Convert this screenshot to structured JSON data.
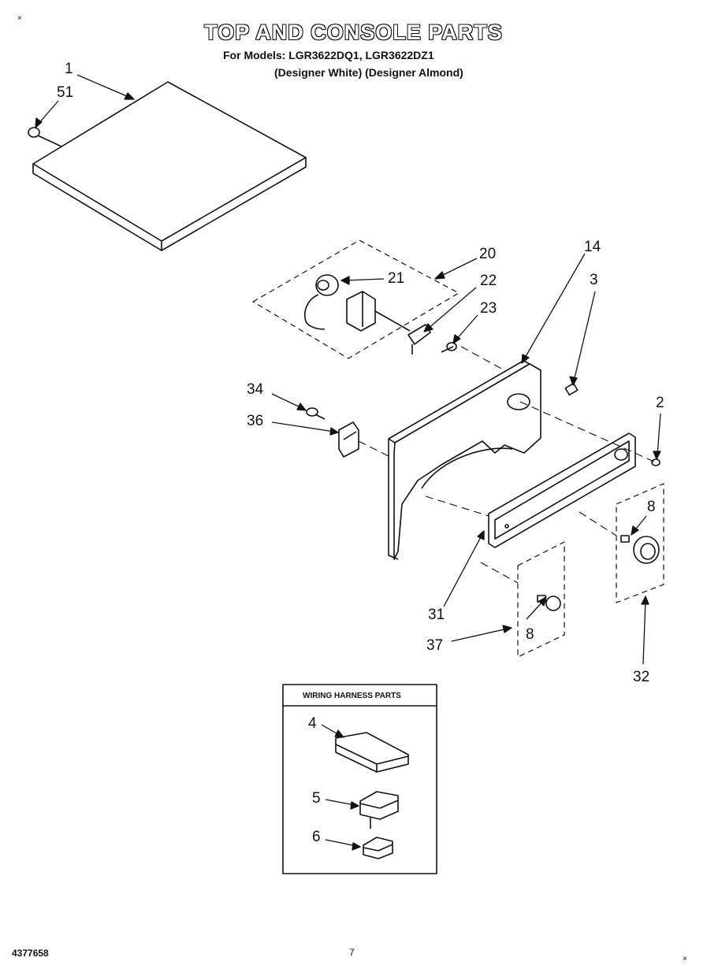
{
  "header": {
    "title": "TOP AND CONSOLE PARTS",
    "models_line": "For Models: LGR3622DQ1, LGR3622DZ1",
    "variants_line": "(Designer White) (Designer Almond)"
  },
  "callouts": {
    "c1": "1",
    "c51": "51",
    "c20": "20",
    "c21": "21",
    "c22": "22",
    "c23": "23",
    "c14": "14",
    "c3": "3",
    "c34": "34",
    "c36": "36",
    "c2": "2",
    "c8a": "8",
    "c31": "31",
    "c37": "37",
    "c8b": "8",
    "c32": "32",
    "c4": "4",
    "c5": "5",
    "c6": "6"
  },
  "wiring_box": {
    "title": "WIRING HARNESS PARTS"
  },
  "footer": {
    "doc_number": "4377658",
    "page_number": "7"
  }
}
